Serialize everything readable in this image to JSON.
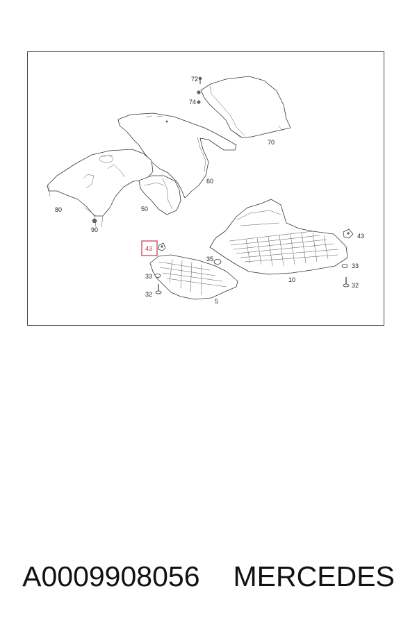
{
  "diagram": {
    "callouts": {
      "c72": "72",
      "c74": "74",
      "c70": "70",
      "c60": "60",
      "c80": "80",
      "c90": "90",
      "c50": "50",
      "c43_left": "43",
      "c35": "35",
      "c33_left": "33",
      "c32_left": "32",
      "c5": "5",
      "c10": "10",
      "c43_right": "43",
      "c33_right": "33",
      "c32_right": "32"
    },
    "highlight_color": "#c2334d"
  },
  "caption": {
    "part_number": "A0009908056",
    "brand": "MERCEDES"
  }
}
